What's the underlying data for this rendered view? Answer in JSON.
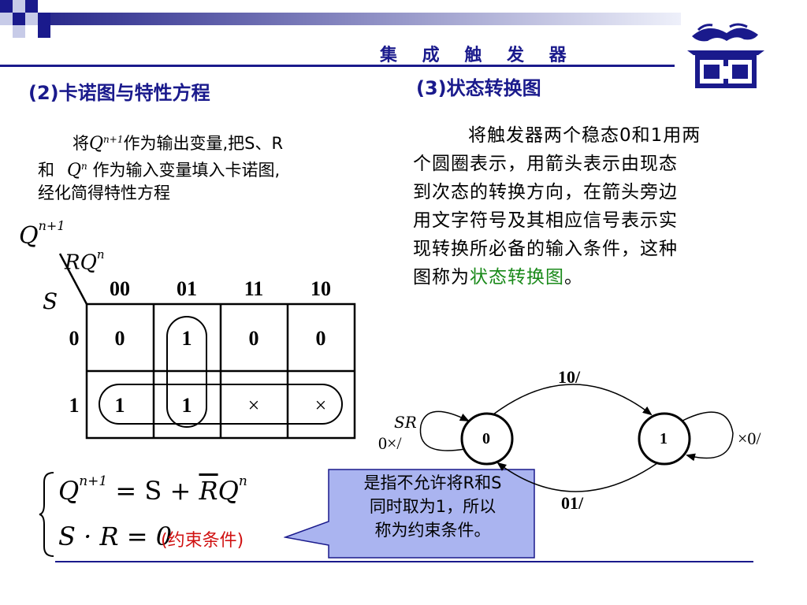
{
  "header": {
    "title": "集 成 触 发 器"
  },
  "section2": {
    "heading": "(2)卡诺图与特性方程",
    "para_line1_prefix": "将",
    "para_line1_suffix": "作为输出变量,把S、R",
    "para_line2_prefix": "和",
    "para_line2_suffix": "作为输入变量填入卡诺图,",
    "para_line3": "经化简得特性方程"
  },
  "kmap": {
    "corner_top": "Q",
    "corner_top_sup": "n+1",
    "corner_mid": "RQ",
    "corner_mid_sup": "n",
    "corner_left": "S",
    "col_headers": [
      "00",
      "01",
      "11",
      "10"
    ],
    "row_headers": [
      "0",
      "1"
    ],
    "cells": [
      [
        "0",
        "1",
        "0",
        "0"
      ],
      [
        "1",
        "1",
        "×",
        "×"
      ]
    ]
  },
  "equations": {
    "eq1_lhs": "Q",
    "eq1_sup": "n+1",
    "eq1_rhs_a": "= S + ",
    "eq1_rhs_bar": "R",
    "eq1_rhs_q": "Q",
    "eq1_rhs_sup": "n",
    "eq2": "S · R = 0",
    "constraint": "(约束条件)"
  },
  "callout": {
    "line1": "是指不允许将R和S",
    "line2": "同时取为1，所以",
    "line3": "称为约束条件。"
  },
  "section3": {
    "heading": "(3)状态转换图",
    "lines": [
      "将触发器两个稳态0和1用两",
      "个圆圈表示，用箭头表示由现态",
      "到次态的转换方向，在箭头旁边",
      "用文字符号及其相应信号表示实",
      "现转换所必备的输入条件，这种"
    ],
    "last_prefix": "图称为",
    "last_highlight": "状态转换图",
    "last_suffix": "。"
  },
  "state_diagram": {
    "state0": "0",
    "state1": "1",
    "label_top": "10/",
    "label_bottom": "01/",
    "label_sr": "SR",
    "label_self0": "0×/",
    "label_self1": "×0/"
  },
  "colors": {
    "accent": "#1a1a8c",
    "callout_fill": "#aab4f0",
    "highlight": "#1a8a1a",
    "constraint": "#d01010"
  }
}
